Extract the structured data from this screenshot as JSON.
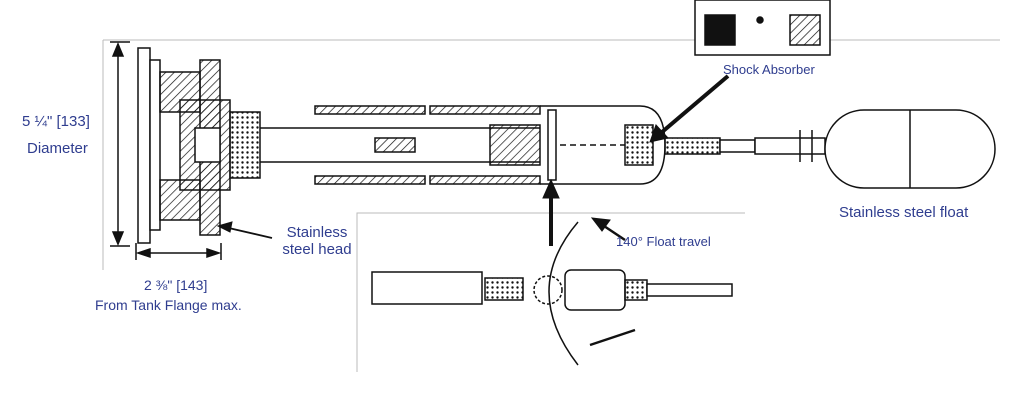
{
  "labels": {
    "diameter_value": "5 ¼\" [133]",
    "diameter_caption": "Diameter",
    "head_line1": "Stainless",
    "head_line2": "steel head",
    "flange_value": "2 ⅜\" [143]",
    "flange_caption": "From Tank Flange max.",
    "shock_absorber": "Shock Absorber",
    "float": "Stainless steel float",
    "float_travel": "140° Float travel"
  },
  "colors": {
    "label_text": "#2f3d8f",
    "line_art": "#111111",
    "frame": "#bbbbbb"
  }
}
